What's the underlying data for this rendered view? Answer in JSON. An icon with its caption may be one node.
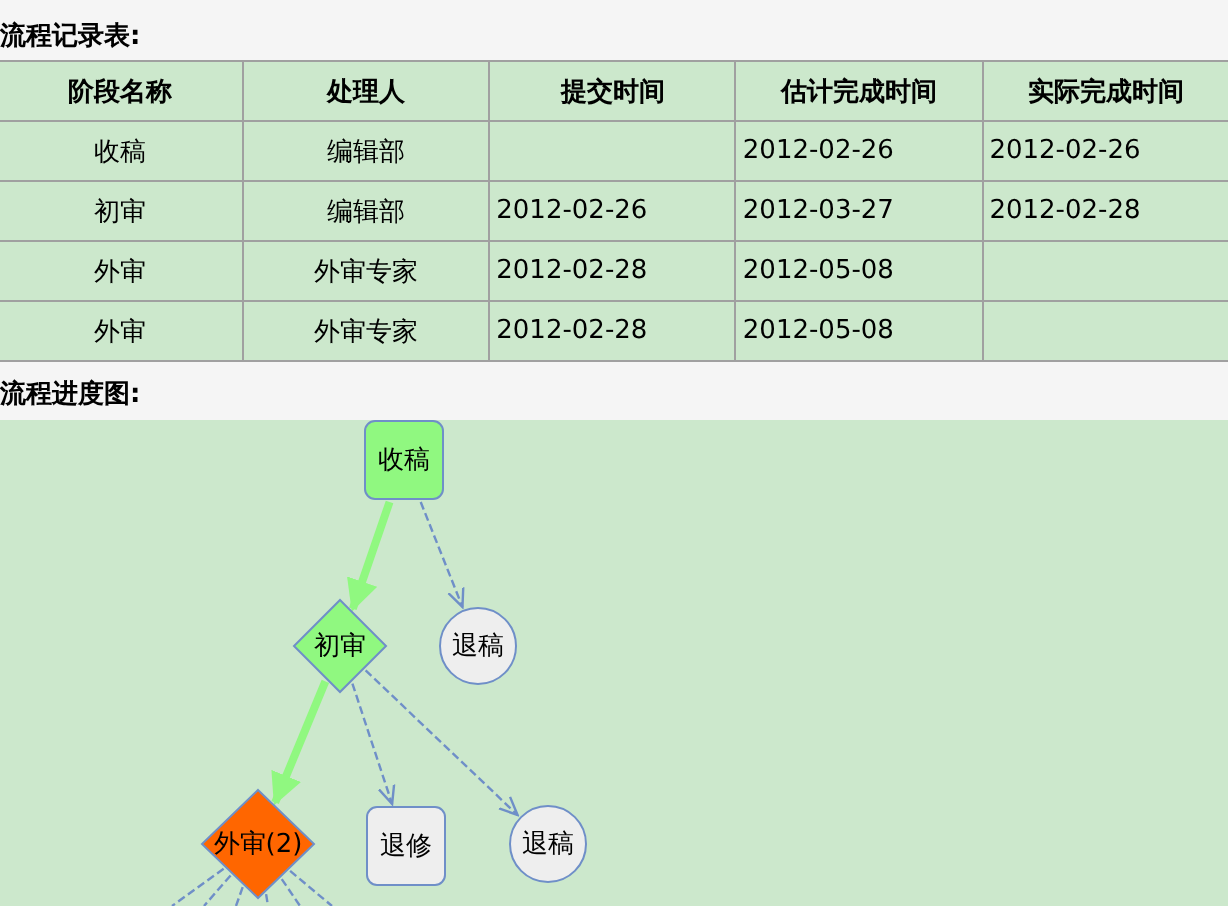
{
  "diagram": {
    "nodes": [
      {
        "text": [
          "收稿"
        ]
      },
      {
        "text": [
          "初审"
        ]
      },
      {
        "text": [
          "退稿"
        ]
      },
      {
        "text": [
          "外审(2)"
        ]
      },
      {
        "text": [
          "退修"
        ]
      },
      {
        "text": [
          "退稿"
        ]
      }
    ],
    "edges": [
      {
        "from": 0,
        "to": 1,
        "arrow": "to",
        "style": "thick",
        "color": "#90f880"
      },
      {
        "from": 0,
        "to": 2,
        "arrow": "to",
        "style": "dashed"
      },
      {
        "from": 1,
        "to": 3,
        "arrow": "to",
        "style": "thick",
        "color": "#90f880"
      },
      {
        "from": 1,
        "to": 4,
        "arrow": "to",
        "style": "dashed"
      },
      {
        "from": 1,
        "to": 5,
        "arrow": "to",
        "style": "dashed"
      },
      {
        "from": 3,
        "to": null,
        "arrow": "none",
        "style": "dashed"
      },
      {
        "from": 3,
        "to": null,
        "arrow": "none",
        "style": "dashed"
      },
      {
        "from": 3,
        "to": null,
        "arrow": "none",
        "style": "dashed"
      },
      {
        "from": 3,
        "to": null,
        "arrow": "none",
        "style": "dashed"
      },
      {
        "from": 3,
        "to": null,
        "arrow": "none",
        "style": "dashed"
      },
      {
        "from": 3,
        "to": null,
        "arrow": "none",
        "style": "dashed"
      }
    ],
    "labels": [
      "流程记录表:",
      "阶段名称",
      "处理人",
      "提交时间",
      "估计完成时间",
      "实际完成时间",
      "收稿",
      "编辑部",
      "2012-02-26",
      "2012-02-26",
      "初审",
      "编辑部",
      "2012-02-26",
      "2012-03-27",
      "2012-02-28",
      "外审",
      "外审专家",
      "2012-02-28",
      "2012-05-08",
      "外审",
      "外审专家",
      "2012-02-28",
      "2012-05-08",
      "流程进度图:"
    ]
  }
}
